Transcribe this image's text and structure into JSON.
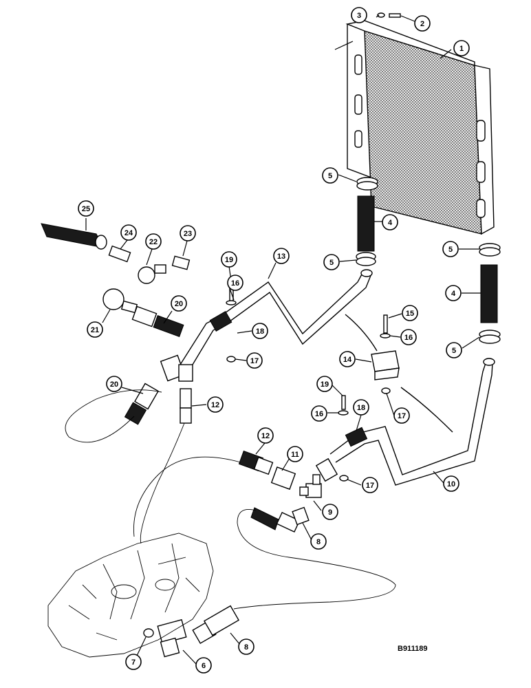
{
  "figure": {
    "reference_code": "B911189"
  },
  "callouts": [
    "1",
    "2",
    "3",
    "4",
    "4",
    "5",
    "5",
    "5",
    "5",
    "6",
    "7",
    "8",
    "8",
    "9",
    "10",
    "11",
    "12",
    "12",
    "13",
    "14",
    "15",
    "16",
    "16",
    "16",
    "17",
    "17",
    "17",
    "18",
    "18",
    "19",
    "19",
    "20",
    "20",
    "21",
    "22",
    "23",
    "24",
    "25"
  ],
  "colors": {
    "ink": "#000000",
    "paper": "#ffffff"
  }
}
